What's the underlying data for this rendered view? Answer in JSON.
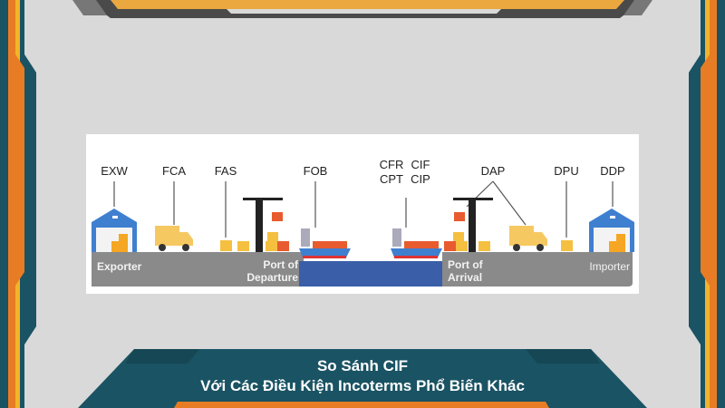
{
  "diagram": {
    "terms": {
      "exw": "EXW",
      "fca": "FCA",
      "fas": "FAS",
      "fob": "FOB",
      "cfr": "CFR",
      "cif": "CIF",
      "cpt": "CPT",
      "cip": "CIP",
      "dap": "DAP",
      "dpu": "DPU",
      "ddp": "DDP"
    },
    "locations": {
      "exporter": "Exporter",
      "port_departure_1": "Port of",
      "port_departure_2": "Departure",
      "port_arrival_1": "Port of",
      "port_arrival_2": "Arrival",
      "importer": "Importer"
    }
  },
  "banner": {
    "line1": "So Sánh CIF",
    "line2": "Với Các Điều Kiện Incoterms Phổ Biến Khác"
  },
  "colors": {
    "teal": "#1a5363",
    "orange": "#e87c24",
    "yellow": "#f2b42a",
    "water": "#3a5fa8",
    "ground": "#8a8a8a"
  }
}
